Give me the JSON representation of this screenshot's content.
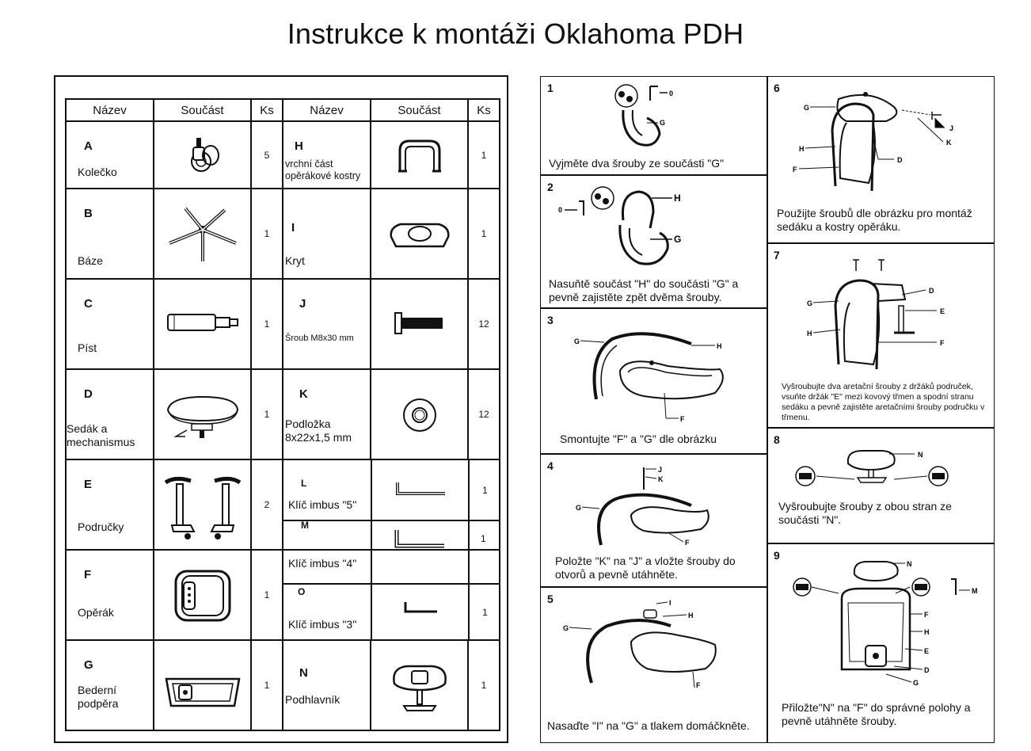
{
  "title": "Instrukce k montáži Oklahoma PDH",
  "table": {
    "headers": [
      "Název",
      "Součást",
      "Ks",
      "Název",
      "Součást",
      "Ks"
    ],
    "left": [
      {
        "letter": "A",
        "name": "Kolečko",
        "qty": "5"
      },
      {
        "letter": "B",
        "name": "Báze",
        "qty": "1"
      },
      {
        "letter": "C",
        "name": "Píst",
        "qty": "1"
      },
      {
        "letter": "D",
        "name": "Sedák a mechanismus",
        "qty": "1"
      },
      {
        "letter": "E",
        "name": "Područky",
        "qty": "2"
      },
      {
        "letter": "F",
        "name": "Opěrák",
        "qty": "1"
      },
      {
        "letter": "G",
        "name": "Bederní podpěra",
        "qty": "1"
      }
    ],
    "right": [
      {
        "letter": "H",
        "name": "vrchní část opěrákové kostry",
        "qty": "1"
      },
      {
        "letter": "I",
        "name": "Kryt",
        "qty": "1"
      },
      {
        "letter": "J",
        "name": "Šroub M8x30 mm",
        "qty": "12"
      },
      {
        "letter": "K",
        "name": "Podložka 8x22x1,5 mm",
        "qty": "12"
      },
      {
        "letter": "L",
        "name": "Klíč imbus \"5\"",
        "qty": "1"
      },
      {
        "letter": "M",
        "name": "Klíč imbus \"4\"",
        "qty": "1"
      },
      {
        "letter": "O",
        "name": "Klíč imbus \"3\"",
        "qty": "1"
      },
      {
        "letter": "N",
        "name": "Podhlavník",
        "qty": "1"
      }
    ]
  },
  "steps": [
    {
      "num": "1",
      "text": "Vyjměte dva šrouby ze součásti \"G\""
    },
    {
      "num": "2",
      "text": "Nasuňtě součást \"H\" do součásti \"G\" a pevně zajistěte zpět dvěma šrouby."
    },
    {
      "num": "3",
      "text": "Smontujte \"F\" a \"G\" dle obrázku"
    },
    {
      "num": "4",
      "text": "Položte \"K\" na \"J\" a vložte šrouby do otvorů a pevně utáhněte."
    },
    {
      "num": "5",
      "text": "Nasaďte \"I\" na \"G\" a tlakem domáčkněte."
    },
    {
      "num": "6",
      "text": "Použijte šroubů dle obrázku pro montáž sedáku a kostry opěráku."
    },
    {
      "num": "7",
      "text": "Vyšroubujte dva aretační šrouby z držáků područek, vsuňte držák \"E\" mezi kovový třmen a spodní stranu sedáku a pevně zajistěte aretačními šrouby područku v třmenu."
    },
    {
      "num": "8",
      "text": "Vyšroubujte šrouby z obou stran ze součásti \"N\"."
    },
    {
      "num": "9",
      "text": "Přiložte\"N\" na \"F\" do správné polohy a pevně utáhněte šrouby."
    }
  ]
}
